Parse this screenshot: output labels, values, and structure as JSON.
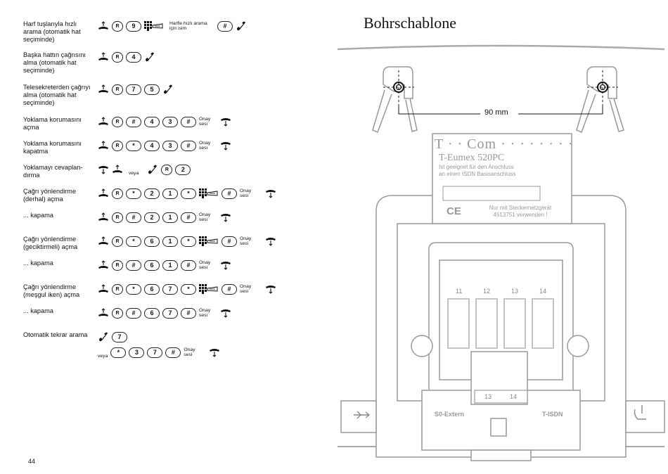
{
  "left": {
    "page_number": "44",
    "rows": [
      {
        "label": "Harf tuşlarıyla hızlı arama (otomatik hat seçiminde)",
        "note1": "Harfle hızlı arama için isim"
      },
      {
        "label": "Başka hattın çağrı­sını alma (otomatik hat seçiminde)"
      },
      {
        "label": "Telesekreterden çağrıyı alma (otomatik hat seçiminde)"
      },
      {
        "label": "Yoklama korumasını açma",
        "note": "Onay sesi"
      },
      {
        "label": "Yoklama korumasını kapatma",
        "note": "Onay sesi"
      },
      {
        "label": "Yoklamayı cevaplan­dırma",
        "or": "veya"
      },
      {
        "label": "Çağrı yönlendirme (derhal) açma",
        "note": "Onay sesi"
      },
      {
        "label": "... kapama",
        "note": "Onay sesi"
      },
      {
        "label": "Çağrı yönlendirme (geciktirmeli) açma",
        "note": "Onay sesi"
      },
      {
        "label": "... kapama",
        "note": "Onay sesi"
      },
      {
        "label": "Çağrı yönlendirme (meşgul iken) açma",
        "note": "Onay sesi"
      },
      {
        "label": "... kapama",
        "note": "Onay sesi"
      },
      {
        "label": "Otomatik tekrar arama",
        "or": "veya",
        "note": "Onay sesi"
      }
    ],
    "keys": {
      "r": "R",
      "hash": "#",
      "star": "*",
      "k1": "1",
      "k2": "2",
      "k3": "3",
      "k4": "4",
      "k5": "5",
      "k6": "6",
      "k7": "7",
      "k9": "9"
    }
  },
  "right": {
    "title": "Bohrschablone",
    "distance": "90 mm",
    "label_card": {
      "brand": "T · · Com · · · · · · · ·",
      "model": "T-Eumex 520PC",
      "line1": "Ist geeignet für den Anschluss",
      "line2": "an einen ISDN Basisanschluss",
      "ce": "CE",
      "note1": "Nur mit Steckernetzgerät",
      "note2": "4513751 verwenden !"
    },
    "terminals": [
      "11",
      "12",
      "13",
      "14"
    ],
    "bottom_terminals": [
      "13",
      "14"
    ],
    "port_left": "S0-Extern",
    "port_right": "T-ISDN"
  }
}
